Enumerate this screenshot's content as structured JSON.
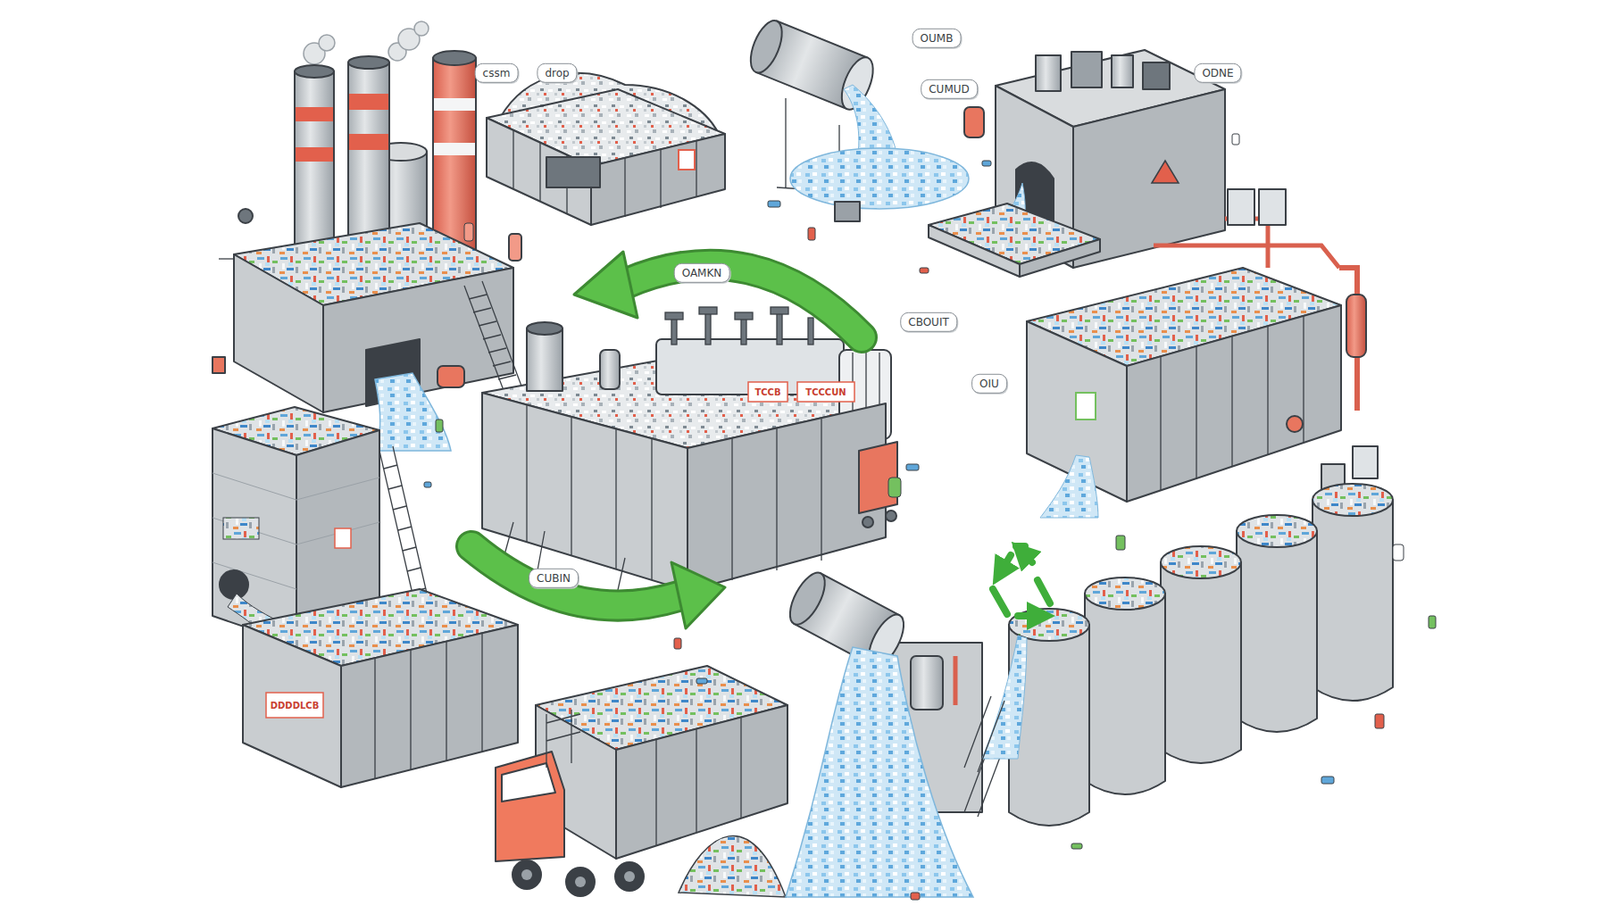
{
  "diagram": {
    "nodes": [
      {
        "text": [
          "OUMB"
        ]
      },
      {
        "text": [
          "cssm"
        ]
      },
      {
        "text": [
          "drop"
        ]
      },
      {
        "text": [
          "ODNE"
        ]
      },
      {
        "text": [
          "CUMUD"
        ]
      },
      {
        "text": [
          "OAMKN"
        ]
      },
      {
        "text": [
          "CBOUIT"
        ]
      },
      {
        "text": [
          "OIU"
        ]
      },
      {
        "text": [
          "CUBIN"
        ]
      }
    ],
    "edges": [],
    "labels": [
      "TCCB",
      "TCCCUN",
      "DDDDLCB"
    ]
  }
}
